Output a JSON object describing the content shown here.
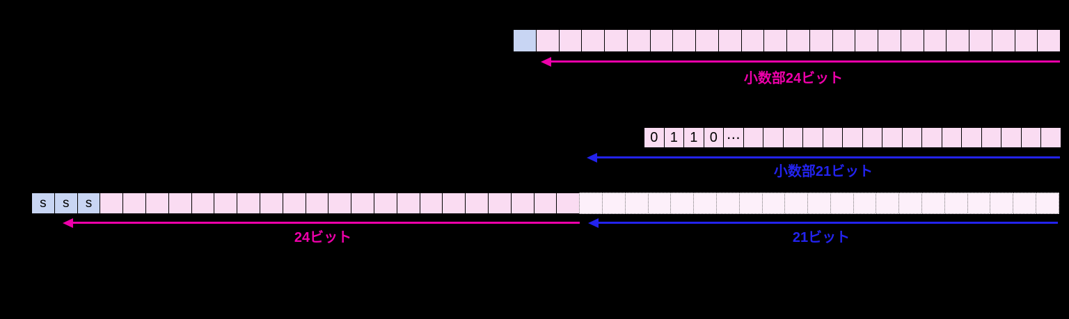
{
  "colors": {
    "background": "#000000",
    "pink_cell": "#fadcf2",
    "lavender_cell": "#c8d5f3",
    "dashed_cell": "#fdf0fa",
    "magenta": "#ee00aa",
    "blue": "#2323ee",
    "cell_border": "#000000"
  },
  "top_row": {
    "label": "小数部24ビット",
    "cells": [
      {
        "k": "lav",
        "t": ""
      },
      {
        "k": "pink",
        "t": ""
      },
      {
        "k": "pink",
        "t": ""
      },
      {
        "k": "pink",
        "t": ""
      },
      {
        "k": "pink",
        "t": ""
      },
      {
        "k": "pink",
        "t": ""
      },
      {
        "k": "pink",
        "t": ""
      },
      {
        "k": "pink",
        "t": ""
      },
      {
        "k": "pink",
        "t": ""
      },
      {
        "k": "pink",
        "t": ""
      },
      {
        "k": "pink",
        "t": ""
      },
      {
        "k": "pink",
        "t": ""
      },
      {
        "k": "pink",
        "t": ""
      },
      {
        "k": "pink",
        "t": ""
      },
      {
        "k": "pink",
        "t": ""
      },
      {
        "k": "pink",
        "t": ""
      },
      {
        "k": "pink",
        "t": ""
      },
      {
        "k": "pink",
        "t": ""
      },
      {
        "k": "pink",
        "t": ""
      },
      {
        "k": "pink",
        "t": ""
      },
      {
        "k": "pink",
        "t": ""
      },
      {
        "k": "pink",
        "t": ""
      },
      {
        "k": "pink",
        "t": ""
      },
      {
        "k": "pink",
        "t": ""
      }
    ]
  },
  "middle_row": {
    "label": "小数部21ビット",
    "cells": [
      {
        "k": "pink",
        "t": "0"
      },
      {
        "k": "pink",
        "t": "1"
      },
      {
        "k": "pink",
        "t": "1"
      },
      {
        "k": "pink",
        "t": "0"
      },
      {
        "k": "pink",
        "t": "⋯"
      },
      {
        "k": "pink",
        "t": ""
      },
      {
        "k": "pink",
        "t": ""
      },
      {
        "k": "pink",
        "t": ""
      },
      {
        "k": "pink",
        "t": ""
      },
      {
        "k": "pink",
        "t": ""
      },
      {
        "k": "pink",
        "t": ""
      },
      {
        "k": "pink",
        "t": ""
      },
      {
        "k": "pink",
        "t": ""
      },
      {
        "k": "pink",
        "t": ""
      },
      {
        "k": "pink",
        "t": ""
      },
      {
        "k": "pink",
        "t": ""
      },
      {
        "k": "pink",
        "t": ""
      },
      {
        "k": "pink",
        "t": ""
      },
      {
        "k": "pink",
        "t": ""
      },
      {
        "k": "pink",
        "t": ""
      },
      {
        "k": "pink",
        "t": ""
      }
    ]
  },
  "bottom_row": {
    "left_label": "24ビット",
    "right_label": "21ビット",
    "cells": [
      {
        "k": "lav",
        "t": "s"
      },
      {
        "k": "lav",
        "t": "s"
      },
      {
        "k": "lav",
        "t": "s"
      },
      {
        "k": "pink",
        "t": ""
      },
      {
        "k": "pink",
        "t": ""
      },
      {
        "k": "pink",
        "t": ""
      },
      {
        "k": "pink",
        "t": ""
      },
      {
        "k": "pink",
        "t": ""
      },
      {
        "k": "pink",
        "t": ""
      },
      {
        "k": "pink",
        "t": ""
      },
      {
        "k": "pink",
        "t": ""
      },
      {
        "k": "pink",
        "t": ""
      },
      {
        "k": "pink",
        "t": ""
      },
      {
        "k": "pink",
        "t": ""
      },
      {
        "k": "pink",
        "t": ""
      },
      {
        "k": "pink",
        "t": ""
      },
      {
        "k": "pink",
        "t": ""
      },
      {
        "k": "pink",
        "t": ""
      },
      {
        "k": "pink",
        "t": ""
      },
      {
        "k": "pink",
        "t": ""
      },
      {
        "k": "pink",
        "t": ""
      },
      {
        "k": "pink",
        "t": ""
      },
      {
        "k": "pink",
        "t": ""
      },
      {
        "k": "pink",
        "t": ""
      },
      {
        "k": "dash",
        "t": ""
      },
      {
        "k": "dash",
        "t": ""
      },
      {
        "k": "dash",
        "t": ""
      },
      {
        "k": "dash",
        "t": ""
      },
      {
        "k": "dash",
        "t": ""
      },
      {
        "k": "dash",
        "t": ""
      },
      {
        "k": "dash",
        "t": ""
      },
      {
        "k": "dash",
        "t": ""
      },
      {
        "k": "dash",
        "t": ""
      },
      {
        "k": "dash",
        "t": ""
      },
      {
        "k": "dash",
        "t": ""
      },
      {
        "k": "dash",
        "t": ""
      },
      {
        "k": "dash",
        "t": ""
      },
      {
        "k": "dash",
        "t": ""
      },
      {
        "k": "dash",
        "t": ""
      },
      {
        "k": "dash",
        "t": ""
      },
      {
        "k": "dash",
        "t": ""
      },
      {
        "k": "dash",
        "t": ""
      },
      {
        "k": "dash",
        "t": ""
      },
      {
        "k": "dash",
        "t": ""
      },
      {
        "k": "dash",
        "t": ""
      }
    ]
  }
}
